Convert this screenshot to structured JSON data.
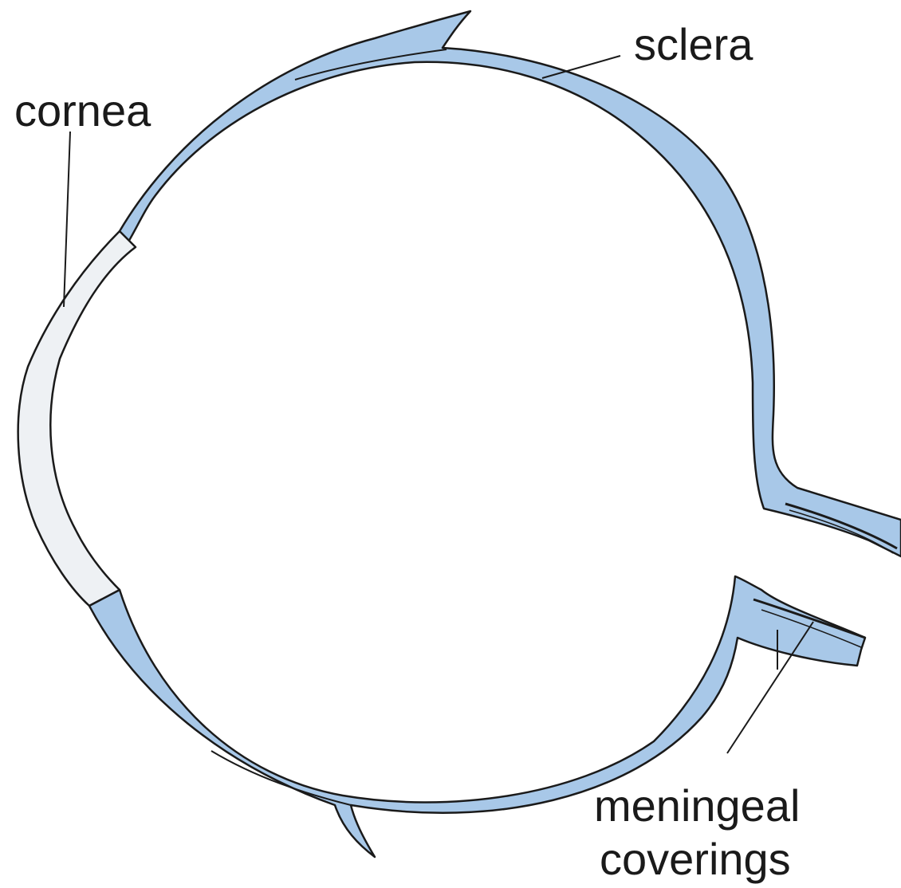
{
  "labels": {
    "sclera": "sclera",
    "cornea": "cornea",
    "meningeal_line1": "meningeal",
    "meningeal_line2": "coverings"
  },
  "colors": {
    "sclera_fill": "#a8c8e8",
    "cornea_fill": "#eef1f4",
    "outline": "#1a1a1a",
    "background": "#ffffff"
  }
}
